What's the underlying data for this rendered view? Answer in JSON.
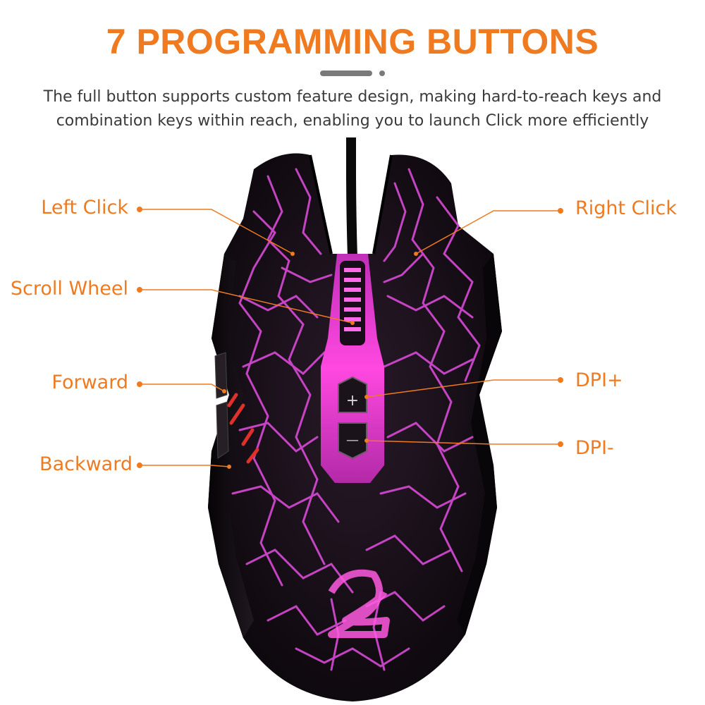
{
  "header": {
    "title": "7 PROGRAMMING BUTTONS",
    "subtitle_line1": "The full button supports custom feature design, making hard-to-reach keys and",
    "subtitle_line2": "combination keys within reach, enabling you to launch Click more efficiently"
  },
  "callouts": {
    "left_click": "Left Click",
    "scroll_wheel": "Scroll Wheel",
    "forward": "Forward",
    "backward": "Backward",
    "right_click": "Right Click",
    "dpi_plus": "DPI+",
    "dpi_minus": "DPI-"
  },
  "mouse": {
    "dpi_plus_symbol": "+",
    "dpi_minus_symbol": "—"
  },
  "colors": {
    "accent_orange": "#ef7a1f",
    "divider_gray": "#7a7a7a",
    "text_dark": "#3a3a3a",
    "mouse_body": "#141014",
    "crackle_purple": "#d84ad6",
    "glow_magenta": "#ff3ddc",
    "mouse_red_accent": "#e0302a"
  }
}
